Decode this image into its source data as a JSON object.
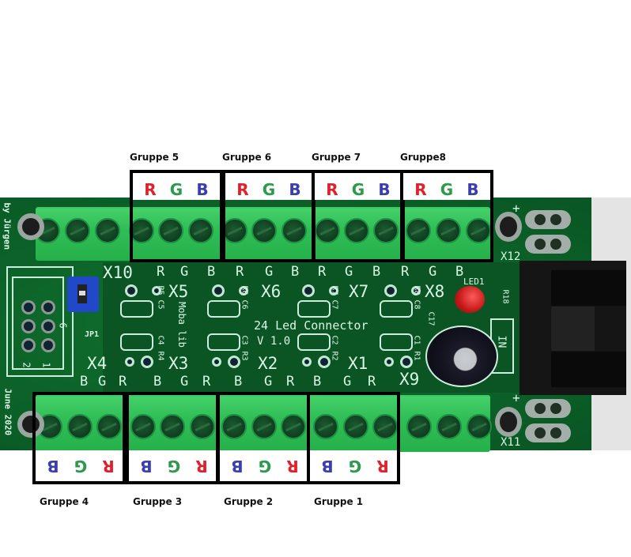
{
  "top_groups": [
    {
      "label": "Gruppe 5",
      "letters": [
        "R",
        "G",
        "B"
      ]
    },
    {
      "label": "Gruppe 6",
      "letters": [
        "R",
        "G",
        "B"
      ]
    },
    {
      "label": "Gruppe 7",
      "letters": [
        "R",
        "G",
        "B"
      ]
    },
    {
      "label": "Gruppe8",
      "letters": [
        "R",
        "G",
        "B"
      ]
    }
  ],
  "bottom_groups": [
    {
      "label": "Gruppe 4",
      "letters": [
        "B",
        "G",
        "R"
      ]
    },
    {
      "label": "Gruppe 3",
      "letters": [
        "B",
        "G",
        "R"
      ]
    },
    {
      "label": "Gruppe 2",
      "letters": [
        "B",
        "G",
        "R"
      ]
    },
    {
      "label": "Gruppe 1",
      "letters": [
        "B",
        "G",
        "R"
      ]
    }
  ],
  "colors": {
    "R": "#e0202a",
    "G": "#2c9a4a",
    "B": "#3b3fae"
  },
  "pcb": {
    "title": "24 Led Connector",
    "version": "V 1.0",
    "author": "by Jürgen",
    "date": "June 2020",
    "logo": "Moba lib",
    "connectors_top": [
      "X10",
      "X5",
      "X6",
      "X7",
      "X8"
    ],
    "connectors_bottom": [
      "X4",
      "X3",
      "X2",
      "X1",
      "X9"
    ],
    "power_connectors": [
      "X12",
      "X11"
    ],
    "top_pin_labels": [
      "R",
      "G",
      "B",
      "R",
      "G",
      "B",
      "R",
      "G",
      "B",
      "R",
      "G",
      "B"
    ],
    "bottom_pin_labels": [
      "B",
      "G",
      "R",
      "B",
      "G",
      "R",
      "B",
      "G",
      "R",
      "B",
      "G",
      "R"
    ],
    "components": [
      "R5",
      "C5",
      "R6",
      "C6",
      "R7",
      "C7",
      "R8",
      "C8",
      "C4",
      "R4",
      "C3",
      "R3",
      "C2",
      "R2",
      "C1",
      "R1",
      "C17",
      "R18",
      "LED1",
      "JP1"
    ],
    "jumper_pin_labels": [
      "6",
      "2",
      "1"
    ],
    "input_label": "IN",
    "plus_sign": "+"
  }
}
